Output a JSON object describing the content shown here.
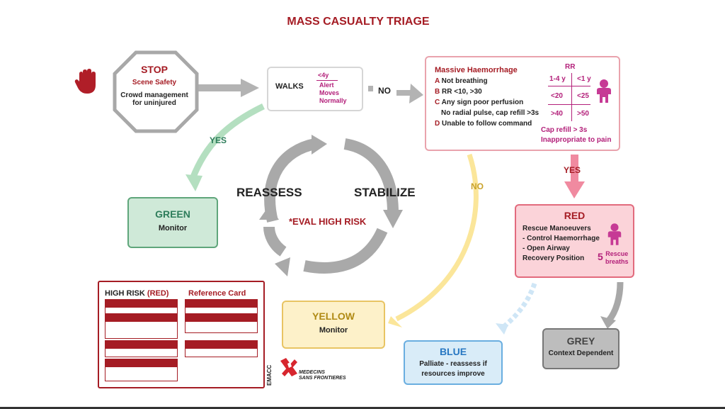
{
  "title": "MASS CASUALTY TRIAGE",
  "stop": {
    "heading": "STOP",
    "line1": "Scene Safety",
    "line2": "Crowd management",
    "line3": "for uninjured"
  },
  "walks": {
    "label": "WALKS",
    "age": "<4y",
    "items": [
      "Alert",
      "Moves",
      "Normally"
    ]
  },
  "arrows": {
    "no_top": "NO",
    "yes_left": "YES",
    "yes_right": "YES",
    "no_middle": "NO"
  },
  "assessment": {
    "heading": "Massive Haemorrhage",
    "a_letter": "A",
    "a_text": "Not breathing",
    "b_letter": "B",
    "b_text": "RR <10, >30",
    "c_letter": "C",
    "c_text": "Any sign poor perfusion",
    "c_sub": "No radial pulse, cap refill >3s",
    "d_letter": "D",
    "d_text": "Unable to follow command",
    "rr_title": "RR",
    "rr_col1": "1-4 y",
    "rr_col2": "<1 y",
    "rr_r1c1": "<20",
    "rr_r1c2": "<25",
    "rr_r2c1": ">40",
    "rr_r2c2": ">50",
    "cap_refill": "Cap refill > 3s",
    "pain": "Inappropriate to pain"
  },
  "cycle": {
    "left": "REASSESS",
    "right": "STABILIZE",
    "center": "*EVAL HIGH RISK"
  },
  "green": {
    "heading": "GREEN",
    "text": "Monitor"
  },
  "red": {
    "heading": "RED",
    "line1": "Rescue Manoeuvers",
    "line2": "- Control Haemorrhage",
    "line3": "- Open Airway",
    "line4": "Recovery Position",
    "breaths_num": "5",
    "breaths_l1": "Rescue",
    "breaths_l2": "breaths"
  },
  "yellow": {
    "heading": "YELLOW",
    "text": "Monitor"
  },
  "blue": {
    "heading": "BLUE",
    "line1": "Palliate - reassess if",
    "line2": "resources improve"
  },
  "grey": {
    "heading": "GREY",
    "text": "Context Dependent"
  },
  "card": {
    "high_risk": "HIGH RISK",
    "red_tag": "(RED)",
    "reference": "Reference Card"
  },
  "logo": {
    "emacc": "EMACC",
    "msf1": "MEDECINS",
    "msf2": "SANS FRONTIERES"
  },
  "colors": {
    "title_red": "#a51c24",
    "magenta": "#b3207a",
    "green": "#2e7d5b",
    "yellow": "#b08a14",
    "blue": "#2777c2",
    "grey_box": "#bdbdbd"
  }
}
